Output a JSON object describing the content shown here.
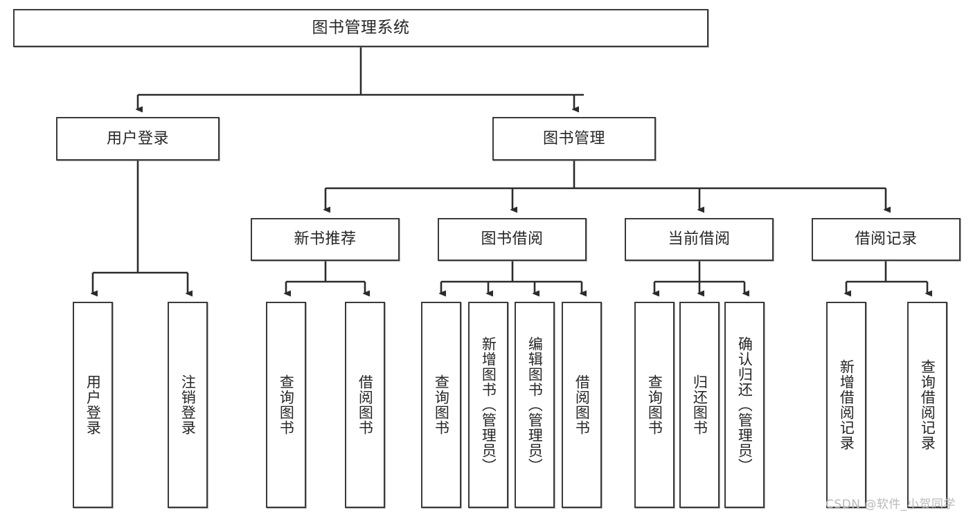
{
  "diagram": {
    "title": "图书管理系统",
    "type": "tree",
    "watermark": "CSDN @软件_小贺同学",
    "colors": {
      "node_border": "#3a3a3a",
      "node_fill": "#ffffff",
      "connector": "#2b2b2b",
      "text": "#262626",
      "watermark": "#b9b9b9"
    },
    "nodes": {
      "root": {
        "label": "图书管理系统"
      },
      "level2": [
        {
          "label": "用户登录"
        },
        {
          "label": "图书管理"
        }
      ],
      "level3": [
        {
          "label": "新书推荐"
        },
        {
          "label": "图书借阅"
        },
        {
          "label": "当前借阅"
        },
        {
          "label": "借阅记录"
        }
      ],
      "leaves_user_login": [
        {
          "label": "用户登录"
        },
        {
          "label": "注销登录"
        }
      ],
      "leaves_new_book": [
        {
          "label": "查询图书"
        },
        {
          "label": "借阅图书"
        }
      ],
      "leaves_borrow": [
        {
          "label": "查询图书"
        },
        {
          "label": "新增图书（管理员）"
        },
        {
          "label": "编辑图书（管理员）"
        },
        {
          "label": "借阅图书"
        }
      ],
      "leaves_current": [
        {
          "label": "查询图书"
        },
        {
          "label": "归还图书"
        },
        {
          "label": "确认归还（管理员）"
        }
      ],
      "leaves_records": [
        {
          "label": "新增借阅记录"
        },
        {
          "label": "查询借阅记录"
        }
      ]
    }
  }
}
